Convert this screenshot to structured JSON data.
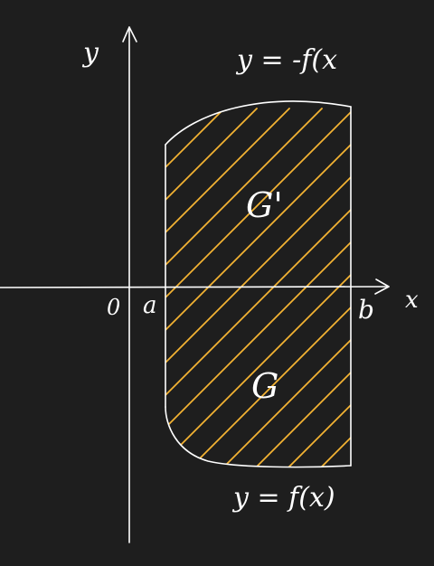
{
  "colors": {
    "background": "#1e1e1e",
    "ink": "#ffffff",
    "hatch": "#f2b233"
  },
  "axes": {
    "y_label": "y",
    "x_label": "x",
    "origin_label": "0",
    "a_label": "a",
    "b_label": "b"
  },
  "curves": {
    "top_label": "y = -f(x",
    "bottom_label": "y = f(x)"
  },
  "regions": {
    "upper_label": "G'",
    "lower_label": "G"
  }
}
